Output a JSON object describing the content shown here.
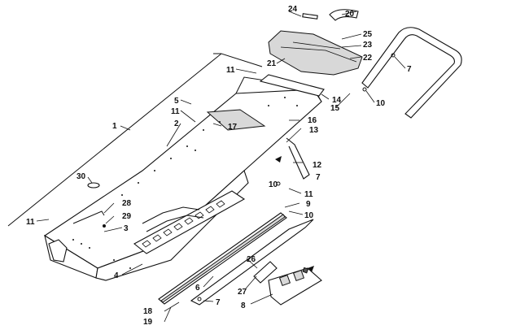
{
  "callouts": [
    {
      "id": "c1",
      "label": "1"
    },
    {
      "id": "c2",
      "label": "2"
    },
    {
      "id": "c3",
      "label": "3"
    },
    {
      "id": "c4",
      "label": "4"
    },
    {
      "id": "c5",
      "label": "5"
    },
    {
      "id": "c6",
      "label": "6"
    },
    {
      "id": "c7a",
      "label": "7"
    },
    {
      "id": "c7b",
      "label": "7"
    },
    {
      "id": "c7c",
      "label": "7"
    },
    {
      "id": "c8",
      "label": "8"
    },
    {
      "id": "c9",
      "label": "9"
    },
    {
      "id": "c10a",
      "label": "10"
    },
    {
      "id": "c10b",
      "label": "10"
    },
    {
      "id": "c10c",
      "label": "10"
    },
    {
      "id": "c11a",
      "label": "11"
    },
    {
      "id": "c11b",
      "label": "11"
    },
    {
      "id": "c11c",
      "label": "11"
    },
    {
      "id": "c11d",
      "label": "11"
    },
    {
      "id": "c12",
      "label": "12"
    },
    {
      "id": "c13",
      "label": "13"
    },
    {
      "id": "c14",
      "label": "14"
    },
    {
      "id": "c15",
      "label": "15"
    },
    {
      "id": "c16",
      "label": "16"
    },
    {
      "id": "c17",
      "label": "17"
    },
    {
      "id": "c18",
      "label": "18"
    },
    {
      "id": "c19",
      "label": "19"
    },
    {
      "id": "c20",
      "label": "20"
    },
    {
      "id": "c21",
      "label": "21"
    },
    {
      "id": "c22",
      "label": "22"
    },
    {
      "id": "c23",
      "label": "23"
    },
    {
      "id": "c24",
      "label": "24"
    },
    {
      "id": "c25",
      "label": "25"
    },
    {
      "id": "c26",
      "label": "26"
    },
    {
      "id": "c27",
      "label": "27"
    },
    {
      "id": "c28",
      "label": "28"
    },
    {
      "id": "c29",
      "label": "29"
    },
    {
      "id": "c30",
      "label": "30"
    }
  ]
}
